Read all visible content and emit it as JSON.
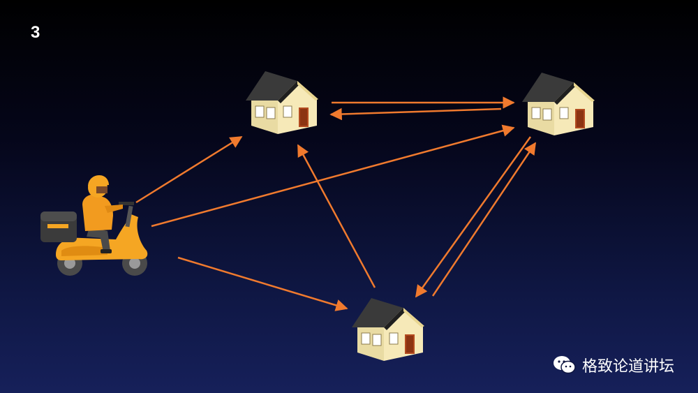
{
  "slide": {
    "number": "3"
  },
  "watermark": {
    "icon": "wechat-icon",
    "text": "格致论道讲坛"
  },
  "colors": {
    "arrow": "#f07a2e",
    "background_top": "#000000",
    "background_bottom": "#16205a",
    "house_wall": "#f6e9b8",
    "house_roof": "#3a3a3a",
    "house_door": "#b34a1f",
    "scooter_orange": "#f5a623",
    "courier_shirt": "#f29b1f"
  },
  "diagram": {
    "nodes": [
      {
        "id": "courier",
        "type": "delivery-scooter-icon"
      },
      {
        "id": "house-a",
        "type": "house-icon"
      },
      {
        "id": "house-b",
        "type": "house-icon"
      },
      {
        "id": "house-c",
        "type": "house-icon"
      }
    ],
    "edges": [
      {
        "from": "courier",
        "to": "house-a"
      },
      {
        "from": "courier",
        "to": "house-b"
      },
      {
        "from": "courier",
        "to": "house-c"
      },
      {
        "from": "house-a",
        "to": "house-b"
      },
      {
        "from": "house-b",
        "to": "house-a"
      },
      {
        "from": "house-c",
        "to": "house-a"
      },
      {
        "from": "house-b",
        "to": "house-c"
      },
      {
        "from": "house-c",
        "to": "house-b"
      }
    ]
  }
}
